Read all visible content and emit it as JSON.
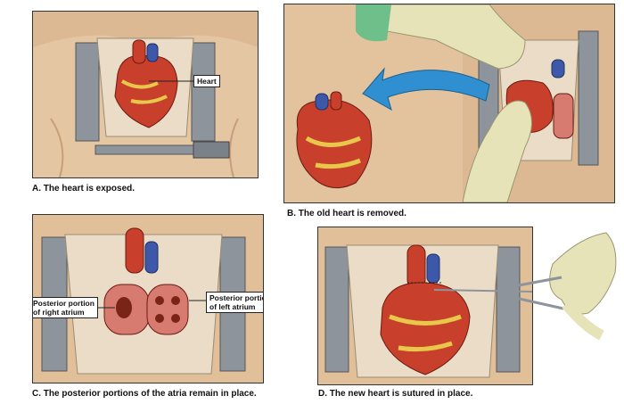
{
  "panels": [
    {
      "id": "A",
      "caption": "A.  The heart is exposed.",
      "labels": [
        "Heart"
      ]
    },
    {
      "id": "B",
      "caption": "B.  The old heart is removed.",
      "labels": []
    },
    {
      "id": "C",
      "caption": "C.  The posterior portions of the atria remain in place.",
      "labels": [
        "Posterior portion of right atrium",
        "Posterior portion of left atrium"
      ]
    },
    {
      "id": "D",
      "caption": "D.  The new heart is sutured in place.",
      "labels": []
    }
  ],
  "labels": {
    "heart": "Heart",
    "right_atrium_line1": "Posterior portion",
    "right_atrium_line2": "of right atrium",
    "left_atrium_line1": "Posterior portion",
    "left_atrium_line2": "of left atrium"
  },
  "captions": {
    "a": "A.  The heart is exposed.",
    "b": "B.  The old heart is removed.",
    "c": "C.  The posterior portions of the atria remain in place.",
    "d": "D.  The new heart is sutured in place."
  },
  "colors": {
    "skin": "#e8c9a6",
    "tissue": "#eadcc6",
    "heart": "#c8402c",
    "fat": "#e8c84a",
    "vein": "#3d58a8",
    "metal": "#8d949b",
    "glove": "#e6e3b8",
    "arrow": "#2f8fd0"
  }
}
